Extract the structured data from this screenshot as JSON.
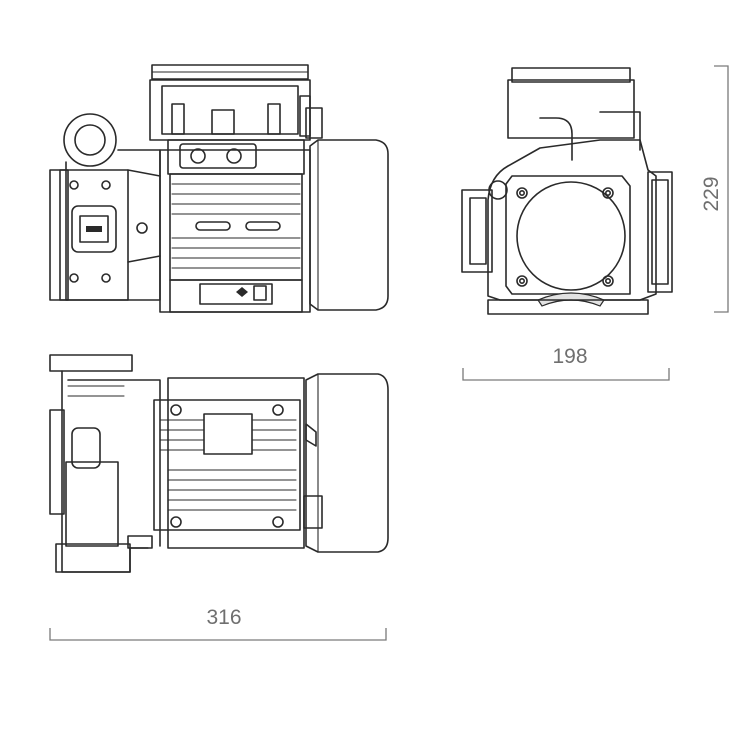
{
  "dimensions": {
    "width_side": "316",
    "width_front": "198",
    "height_front": "229"
  },
  "colors": {
    "line": "#2a2a2a",
    "dimension": "#7a7a7a",
    "background": "#ffffff"
  }
}
